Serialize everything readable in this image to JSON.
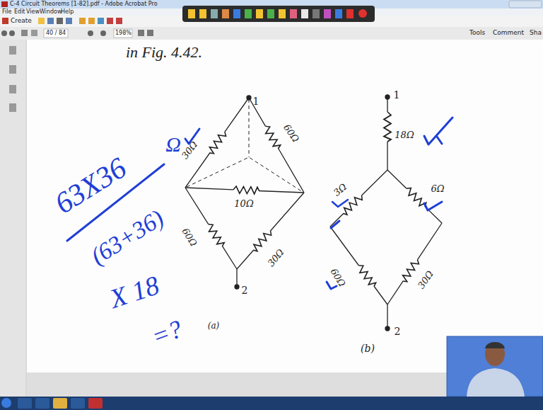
{
  "diagram": {
    "labels": [
      "C-4 Circuit Theorems [1-82].pdf - Adobe Acrobat Pro",
      "File",
      "Edit",
      "View",
      "Window",
      "Help",
      "Create",
      "40 / 84",
      "198%",
      "Tools",
      "Comment",
      "Sha",
      "in Fig. 4.42.",
      "1",
      "30Ω",
      "60Ω",
      "10Ω",
      "60Ω",
      "30Ω",
      "2",
      "(a)",
      "1",
      "18Ω",
      "3Ω",
      "6Ω",
      "60Ω",
      "30Ω",
      "2",
      "(b)",
      "63X36",
      "Ω",
      "(63+36)",
      "X 18",
      "=?"
    ]
  }
}
